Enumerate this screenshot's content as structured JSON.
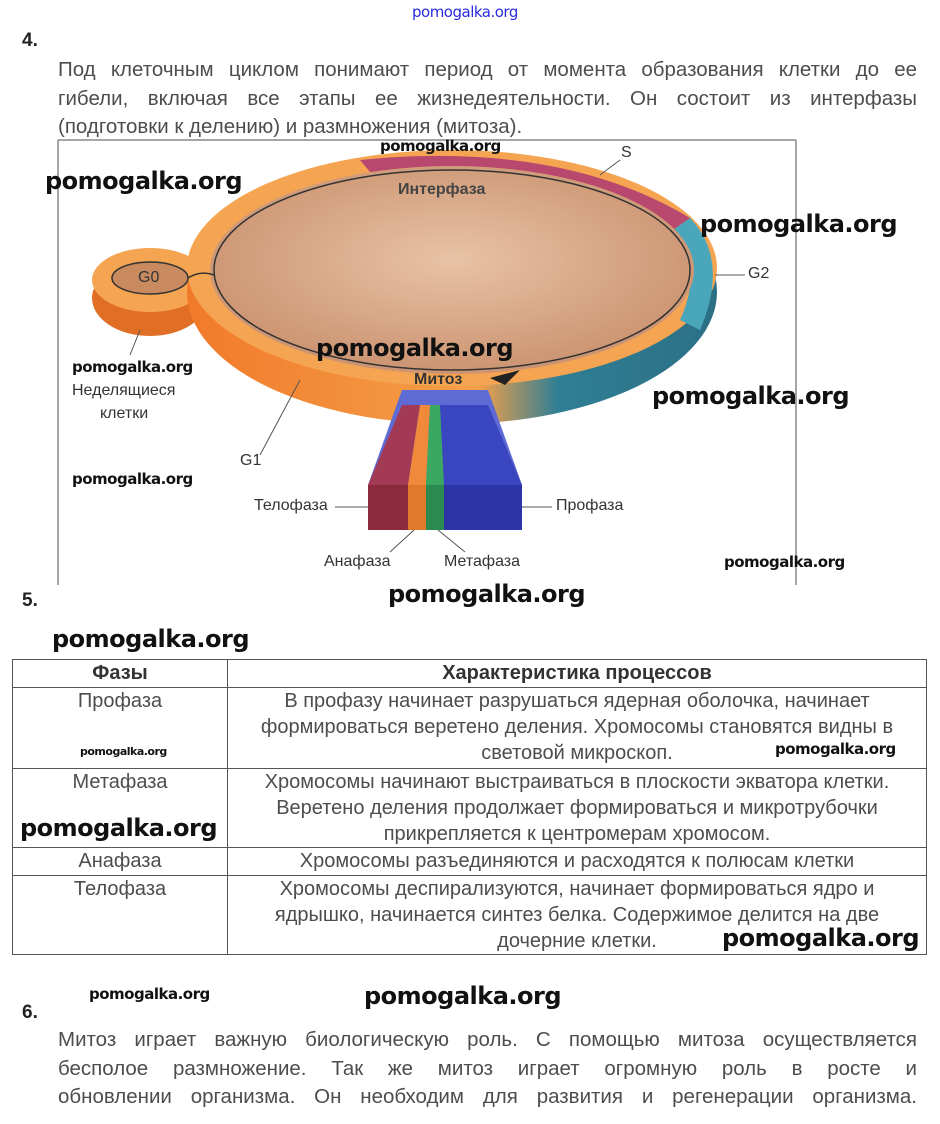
{
  "watermark_top": "pomogalka.org",
  "watermark": "pomogalka.org",
  "q4": {
    "number": "4.",
    "lines": [
      "Под клеточным циклом понимают период от момента образования клетки до ее",
      "гибели, включая все этапы ее жизнедеятельности. Он состоит из интерфазы",
      "(подготовки к делению) и размножения (митоза)."
    ],
    "diagram": {
      "s": "S",
      "interphase": "Интерфаза",
      "g2": "G2",
      "g0": "G0",
      "nondividing_1": "Неделящиеся",
      "nondividing_2": "клетки",
      "mitosis": "Митоз",
      "g1": "G1",
      "telophase": "Телофаза",
      "prophase": "Профаза",
      "anaphase": "Анафаза",
      "metaphase": "Метафаза"
    }
  },
  "q5": {
    "number": "5.",
    "table": {
      "headers": [
        "Фазы",
        "Характеристика процессов"
      ],
      "rows": [
        {
          "phase": "Профаза",
          "text": "В профазу начинает разрушаться ядерная оболочка, начинает формироваться веретено деления. Хромосомы становятся видны в световой микроскоп."
        },
        {
          "phase": "Метафаза",
          "text": "Хромосомы начинают выстраиваться в плоскости экватора клетки. Веретено деления продолжает формироваться и микротрубочки прикрепляется к центромерам хромосом."
        },
        {
          "phase": "Анафаза",
          "text": "Хромосомы разъединяются и расходятся к полюсам клетки"
        },
        {
          "phase": "Телофаза",
          "text": "Хромосомы деспирализуются, начинает формироваться ядро и ядрышко, начинается синтез белка. Содержимое делится на две дочерние клетки."
        }
      ]
    }
  },
  "q6": {
    "number": "6.",
    "lines": [
      "Митоз играет важную биологическую роль. С помощью митоза осуществляется",
      "бесполое размножение. Так же митоз играет огромную роль в росте и",
      "обновлении организма. Он необходим для развития и регенерации организма."
    ]
  },
  "colors": {
    "orange": "#f08a3a",
    "teal": "#3d9fb0",
    "magenta": "#b0406a",
    "blue": "#3a45c0",
    "inner": "#d9a887"
  }
}
